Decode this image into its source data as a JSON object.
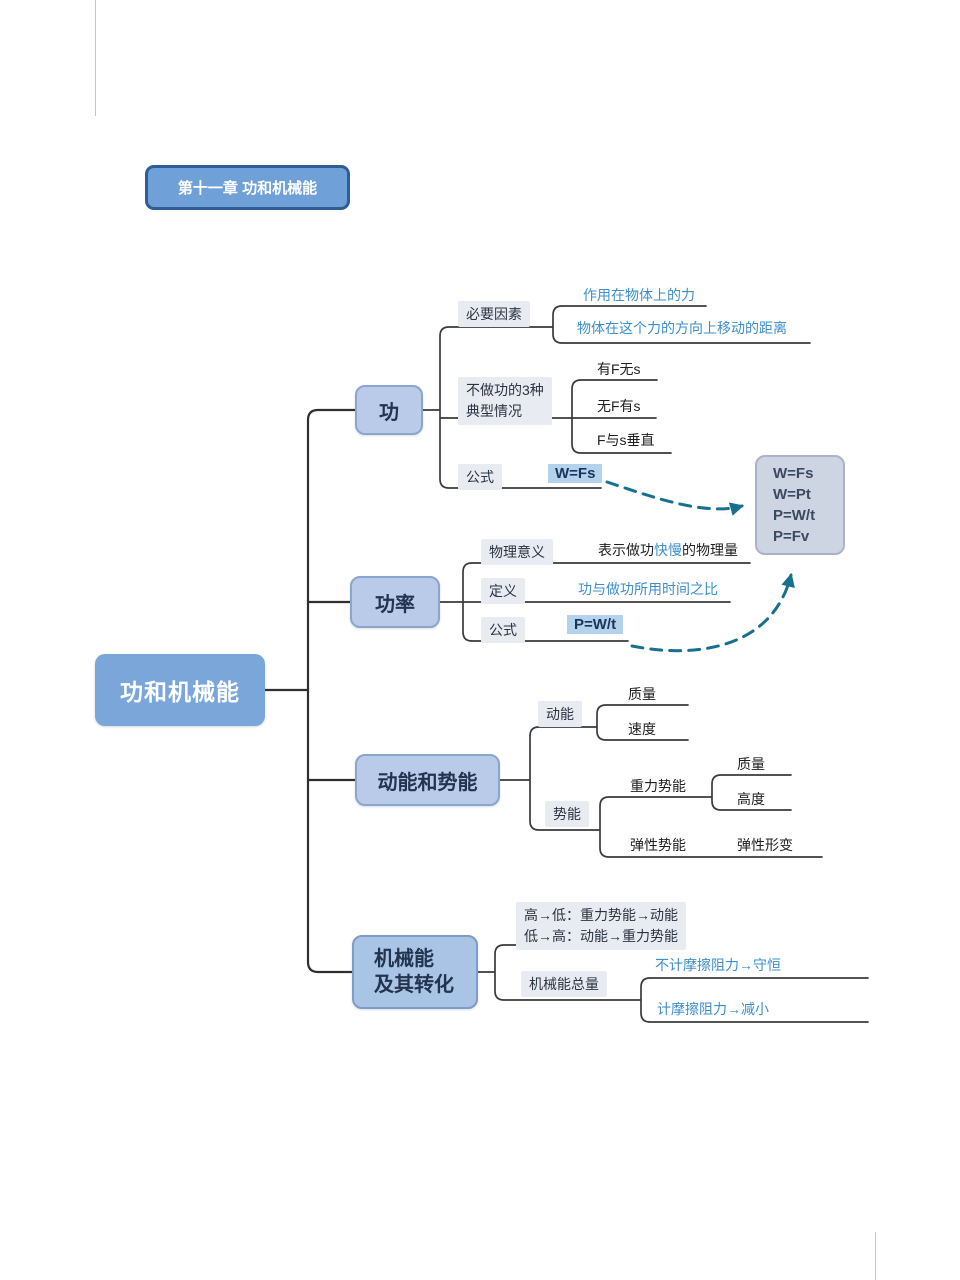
{
  "colors": {
    "primary_blue": "#74a3d9",
    "badge_border": "#2e5e93",
    "node_fill": "#b9cbe8",
    "node_border": "#8aa6ce",
    "chip_bg": "#e9ebf3",
    "highlight_bg": "#b5d2ec",
    "blue_text": "#3d8ecb",
    "teal_dash": "#16708e",
    "line": "#3a3a3a"
  },
  "chapter_badge": "第十一章 功和机械能",
  "root": "功和机械能",
  "gong": {
    "label": "功",
    "biyao": {
      "label": "必要因素",
      "child1": "作用在物体上的力",
      "child2": "物体在这个力的方向上移动的距离"
    },
    "buzuogong": {
      "label1": "不做功的3种",
      "label2": "典型情况",
      "case1": "有F无s",
      "case2": "无F有s",
      "case3": "F与s垂直"
    },
    "gongshi": {
      "label": "公式",
      "formula": "W=Fs"
    }
  },
  "gonglv": {
    "label": "功率",
    "wuliyiyi": {
      "label": "物理意义",
      "pre": "表示做功",
      "hl": "快慢",
      "post": "的物理量"
    },
    "dingyi": {
      "label": "定义",
      "value": "功与做功所用时间之比"
    },
    "gongshi": {
      "label": "公式",
      "formula": "P=W/t"
    }
  },
  "dongshi": {
    "label": "动能和势能",
    "dongneng": {
      "label": "动能",
      "factor1": "质量",
      "factor2": "速度"
    },
    "shineng": {
      "label": "势能",
      "zhongli": {
        "label": "重力势能",
        "factor1": "质量",
        "factor2": "高度"
      },
      "tanxing": {
        "label": "弹性势能",
        "factor": "弹性形变"
      }
    }
  },
  "jixie": {
    "label1": "机械能",
    "label2": "及其转化",
    "conversion": {
      "line1": "高→低：重力势能→动能",
      "line2": "低→高：动能→重力势能"
    },
    "zongliang": {
      "label": "机械能总量",
      "case1": "不计摩擦阻力→守恒",
      "case2": "计摩擦阻力→减小"
    }
  },
  "formula_box": {
    "line1": "W=Fs",
    "line2": "W=Pt",
    "line3": "P=W/t",
    "line4": "P=Fv"
  }
}
